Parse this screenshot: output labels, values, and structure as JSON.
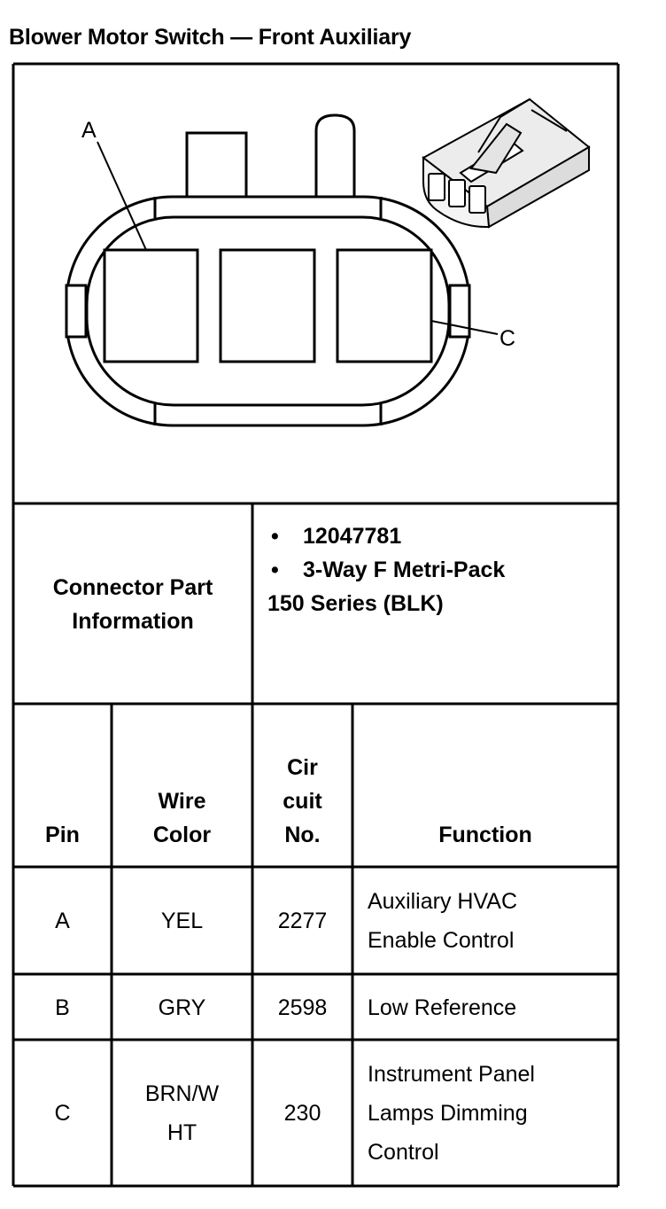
{
  "title": "Blower Motor Switch — Front Auxiliary",
  "diagram": {
    "label_a": "A",
    "label_c": "C"
  },
  "connector": {
    "label_line1": "Connector Part",
    "label_line2": "Information",
    "bullets": [
      "12047781",
      "3-Way F Metri-Pack"
    ],
    "continuation": "150 Series (BLK)"
  },
  "table": {
    "headers": {
      "pin": "Pin",
      "wire_color_line1": "Wire",
      "wire_color_line2": "Color",
      "circuit_line1": "Cir",
      "circuit_line2": "cuit",
      "circuit_line3": "No.",
      "function": "Function"
    },
    "rows": [
      {
        "pin": "A",
        "wire_color": [
          "YEL"
        ],
        "circuit": "2277",
        "function": [
          "Auxiliary HVAC",
          "Enable Control"
        ]
      },
      {
        "pin": "B",
        "wire_color": [
          "GRY"
        ],
        "circuit": "2598",
        "function": [
          "Low Reference"
        ]
      },
      {
        "pin": "C",
        "wire_color": [
          "BRN/W",
          "HT"
        ],
        "circuit": "230",
        "function": [
          "Instrument Panel",
          "Lamps Dimming",
          "Control"
        ]
      }
    ]
  }
}
